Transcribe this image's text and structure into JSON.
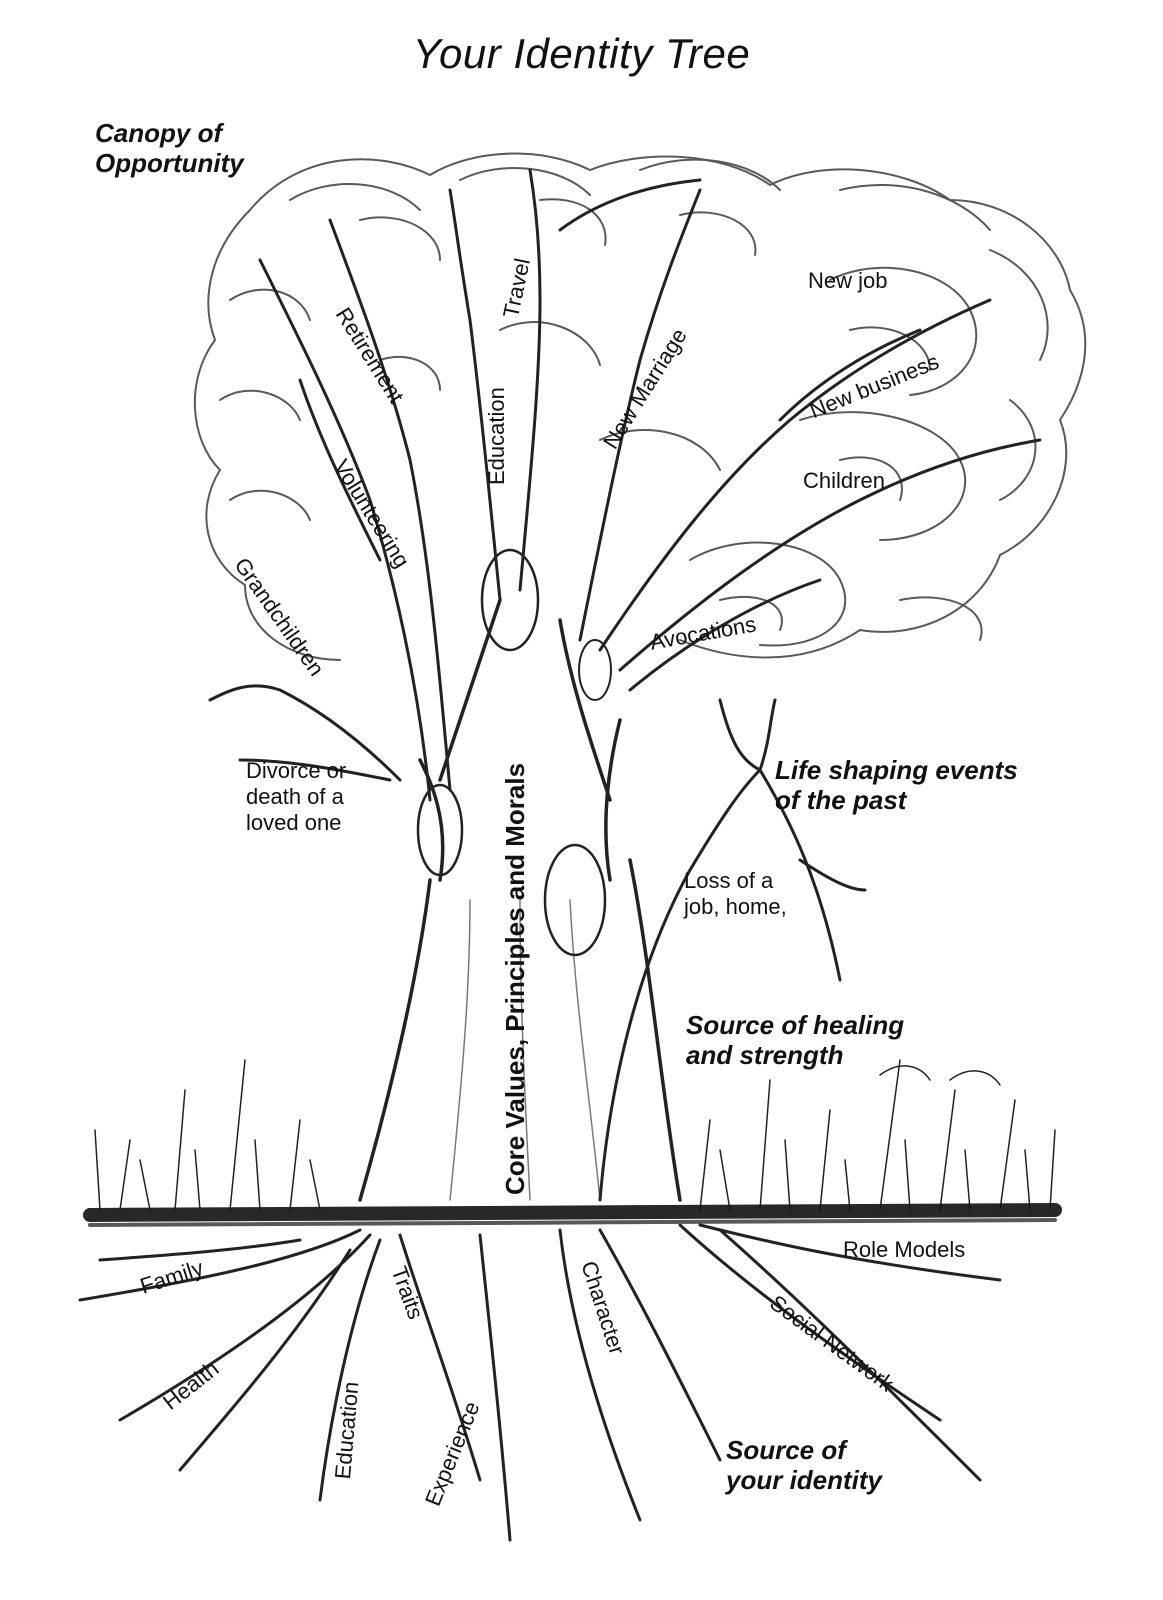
{
  "title": "Your Identity Tree",
  "sections": {
    "canopy": "Canopy of\nOpportunity",
    "life_events": "Life shaping events\n    of the past",
    "healing": "Source of healing\nand strength",
    "identity": "Source of\n   your identity"
  },
  "trunk_label": "Core Values, Principles and Morals",
  "branch_labels": {
    "retirement": "Retirement",
    "travel": "Travel",
    "education": "Education",
    "new_marriage": "New Marriage",
    "new_job": "New job",
    "new_business": "New business",
    "children": "Children",
    "volunteering": "Volunteering",
    "grandchildren": "Grandchildren",
    "avocations": "Avocations",
    "divorce": "Divorce or\ndeath of a\nloved one",
    "loss": "Loss of a\njob, home,"
  },
  "root_labels": {
    "family": "Family",
    "health": "Health",
    "traits": "Traits",
    "education": "Education",
    "experience": "Experience",
    "character": "Character",
    "role_models": "Role Models",
    "social_network": "Social Network"
  },
  "colors": {
    "ink": "#111111",
    "paper": "#ffffff"
  }
}
